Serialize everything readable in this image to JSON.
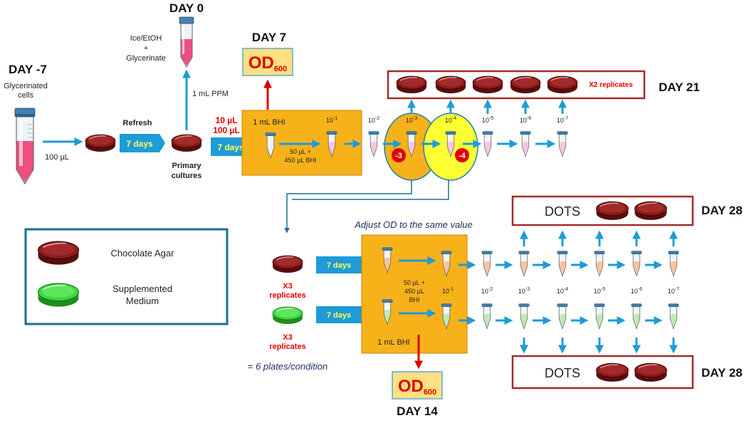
{
  "days": {
    "day_minus7": "DAY -7",
    "day0": "DAY 0",
    "day7": "DAY 7",
    "day14": "DAY 14",
    "day21": "DAY 21",
    "day28_top": "DAY 28",
    "day28_bottom": "DAY 28"
  },
  "labels": {
    "glycerinated_cells_1": "Glycerinated",
    "glycerinated_cells_2": "cells",
    "volume_100ul": "100 µL",
    "refresh": "Refresh",
    "primary_cultures_1": "Primary",
    "primary_cultures_2": "cultures",
    "ice_etoh_1": "Ice/EtOH",
    "ice_etoh_2": "+",
    "ice_etoh_3": "Glycerinate",
    "ppm": "1 mL PPM",
    "inoculum_10": "10 µL",
    "inoculum_100": "100 µL",
    "bhi_1ml_top": "1 mL BHI",
    "dilution_step_1": "50 µL +",
    "dilution_step_2": "450 µL BHI",
    "x2_replicates": "X2 replicates",
    "adjust_od": "Adjust OD to the same value",
    "x3_replicates_1": "X3",
    "x3_replicates_2": "replicates",
    "six_plates": "= 6 plates/condition",
    "dilution_step_b1": "50 µL +",
    "dilution_step_b2": "450 µL",
    "dilution_step_b3": "BHI",
    "bhi_1ml_bottom": "1 mL BHI",
    "dots_top": "DOTS",
    "dots_bottom": "DOTS",
    "od_label": "OD",
    "od_sub": "600"
  },
  "arrows": {
    "seven_days": "7 days"
  },
  "dilutions_top": [
    {
      "base": "10",
      "exp": "-1"
    },
    {
      "base": "10",
      "exp": "-2"
    },
    {
      "base": "10",
      "exp": "-3"
    },
    {
      "base": "10",
      "exp": "-4"
    },
    {
      "base": "10",
      "exp": "-5"
    },
    {
      "base": "10",
      "exp": "-6"
    },
    {
      "base": "10",
      "exp": "-7"
    }
  ],
  "dilutions_bottom": [
    {
      "base": "10",
      "exp": "-1"
    },
    {
      "base": "10",
      "exp": "-2"
    },
    {
      "base": "10",
      "exp": "-3"
    },
    {
      "base": "10",
      "exp": "-4"
    },
    {
      "base": "10",
      "exp": "-5"
    },
    {
      "base": "10",
      "exp": "-6"
    },
    {
      "base": "10",
      "exp": "-7"
    }
  ],
  "selected_badges": [
    "-3",
    "-4"
  ],
  "legend": {
    "chocolate_agar": "Chocolate Agar",
    "supplemented_medium_1": "Supplemented",
    "supplemented_medium_2": "Medium"
  },
  "colors": {
    "arrow_blue": "#1e9bd8",
    "arrow_red": "#d90000",
    "orange_box": "#f7b21a",
    "highlight_yellow": "#ffff33",
    "frame_red": "#a52a2a",
    "chocolate_agar": "#8b1c1c",
    "supplemented_medium": "#3ed63e",
    "legend_border": "#1a6f8f"
  }
}
